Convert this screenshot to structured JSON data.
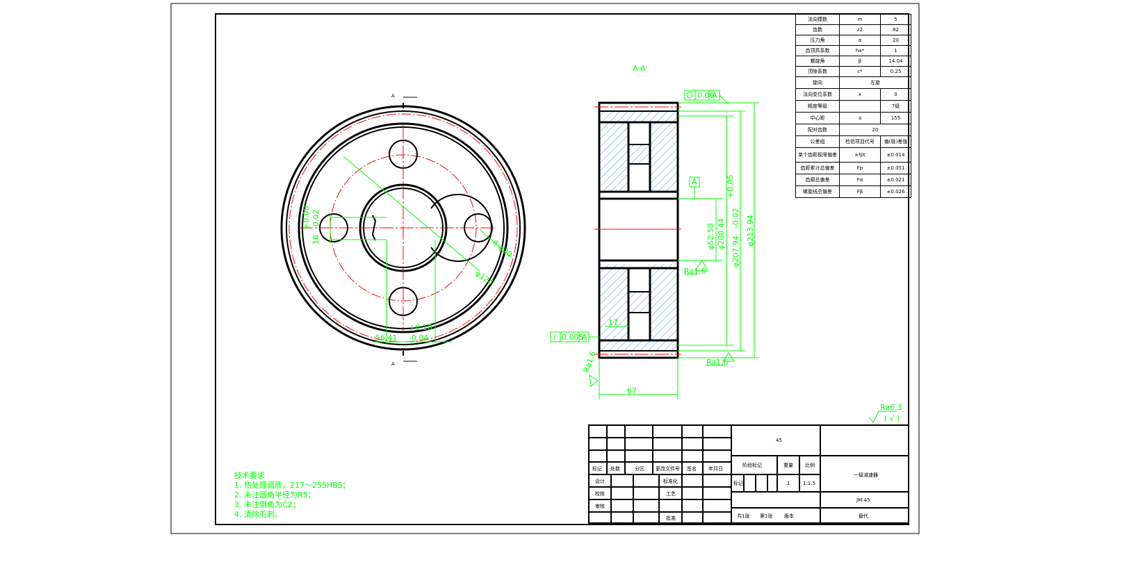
{
  "section_label": "A-A",
  "section_marks": {
    "top": "A",
    "bottom": "A"
  },
  "datum_label": "A",
  "params_table": {
    "rows": [
      [
        "法向模数",
        "m",
        "5"
      ],
      [
        "齿数",
        "z2",
        "82"
      ],
      [
        "压力角",
        "α",
        "20"
      ],
      [
        "齿顶高系数",
        "ha*",
        "1"
      ],
      [
        "螺旋角",
        "β",
        "14.04"
      ],
      [
        "顶隙系数",
        "c*",
        "0.25"
      ],
      [
        "旋向",
        "",
        "左旋"
      ],
      [
        "法向变位系数",
        "x",
        "0"
      ],
      [
        "精度等级",
        "",
        "7级"
      ],
      [
        "中心距",
        "a",
        "155"
      ],
      [
        "配对齿数",
        "",
        "20"
      ],
      [
        "公差组",
        "检验项目代号",
        "偏(极)差值"
      ],
      [
        "单个齿距极限偏差",
        "±fpt",
        "±0.014"
      ],
      [
        "齿距累计总偏差",
        "Fp",
        "±0.051"
      ],
      [
        "齿廓总偏差",
        "Fα",
        "±0.021"
      ],
      [
        "螺旋线总偏差",
        "Fβ",
        "±0.026"
      ]
    ]
  },
  "dimensions": {
    "bore": "φ52.50",
    "d1": "φ200.44",
    "d1_tol": "+0.05",
    "d2": "φ207.94",
    "d2_tol": "-0.02",
    "d_outer": "φ213.94",
    "width": "67",
    "web_offset": "17",
    "bolt_circle": "φ124",
    "holes": "4-φ20",
    "key_width": "18",
    "key_width_tol_up": "+0.08",
    "key_width_tol_low": "-0.02",
    "key_depth": "56.41",
    "key_depth_tol_up": "+0.10",
    "key_depth_tol_low": "-0.04"
  },
  "tolerances": {
    "runout_value": "0.06",
    "runout_datum": "A",
    "parallel_value": "0.005",
    "parallel_datum": "A"
  },
  "roughness": {
    "ra1": "Ra1.6",
    "ra2": "Ra1.6",
    "ra3": "Ra1.6",
    "general": "Ra6.3",
    "general_other": "( √ )"
  },
  "tech_requirements": {
    "title": "技术要求",
    "items": [
      "1. 热处理调质，217～255HBS；",
      "2. 未注圆角半径为R5；",
      "3. 未注倒角为C2；",
      "4. 清除毛刺。"
    ]
  },
  "title_block": {
    "headers": [
      "标记",
      "处数",
      "分区",
      "更改文件号",
      "签名",
      "年月日"
    ],
    "design": "设计",
    "check": "校核",
    "review": "审核",
    "process": "工艺",
    "standard": "标准化",
    "approve": "批准",
    "material": "45",
    "stage_mark": "阶段标记",
    "weight": "重量",
    "scale_label": "比例",
    "stage_cell": "标记",
    "weight_value": "1",
    "scale": "1:1.5",
    "sheets_total": "共1张",
    "sheet_no": "第1张",
    "version": "版本",
    "name": "一级减速器",
    "drawing_no": "JM-45",
    "replace": "替代"
  }
}
